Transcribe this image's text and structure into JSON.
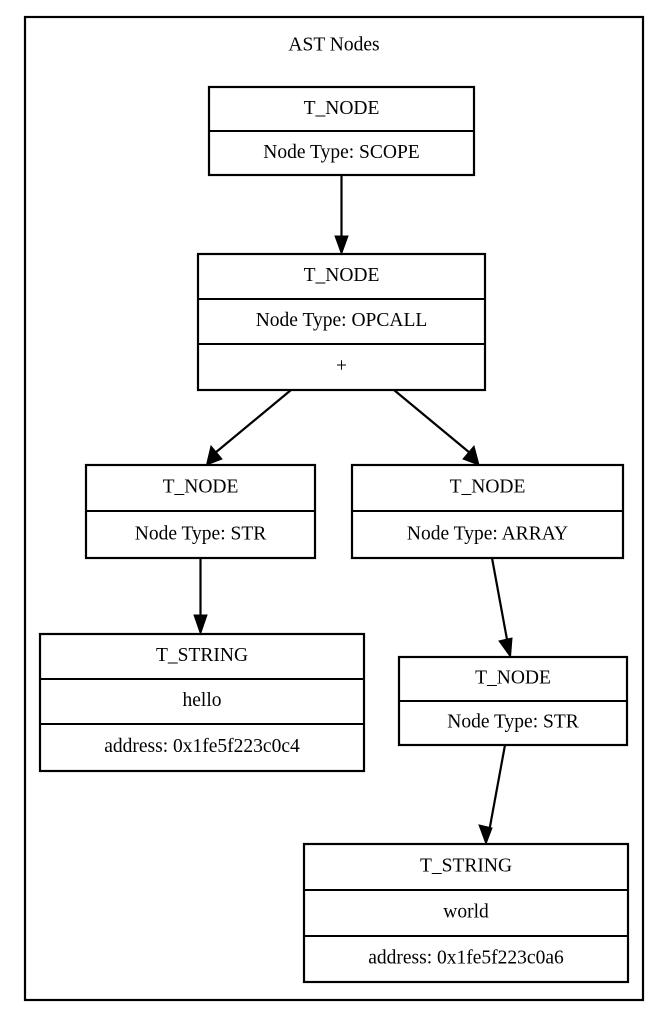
{
  "diagram": {
    "cluster_label": "AST Nodes",
    "colors": {
      "background": "#ffffff",
      "stroke": "#000000",
      "node_fill": "#ffffff"
    },
    "nodes": {
      "scope": {
        "title": "T_NODE",
        "row2": "Node Type: SCOPE"
      },
      "opcall": {
        "title": "T_NODE",
        "row2": "Node Type: OPCALL",
        "row3": "+"
      },
      "str_left": {
        "title": "T_NODE",
        "row2": "Node Type: STR"
      },
      "array": {
        "title": "T_NODE",
        "row2": "Node Type: ARRAY"
      },
      "string_hello": {
        "title": "T_STRING",
        "row2": "hello",
        "row3": "address: 0x1fe5f223c0c4"
      },
      "str_right": {
        "title": "T_NODE",
        "row2": "Node Type: STR"
      },
      "string_world": {
        "title": "T_STRING",
        "row2": "world",
        "row3": "address: 0x1fe5f223c0a6"
      }
    },
    "edges": [
      {
        "from": "scope",
        "to": "opcall"
      },
      {
        "from": "opcall",
        "to": "str_left"
      },
      {
        "from": "opcall",
        "to": "array"
      },
      {
        "from": "str_left",
        "to": "string_hello"
      },
      {
        "from": "array",
        "to": "str_right"
      },
      {
        "from": "str_right",
        "to": "string_world"
      }
    ]
  }
}
